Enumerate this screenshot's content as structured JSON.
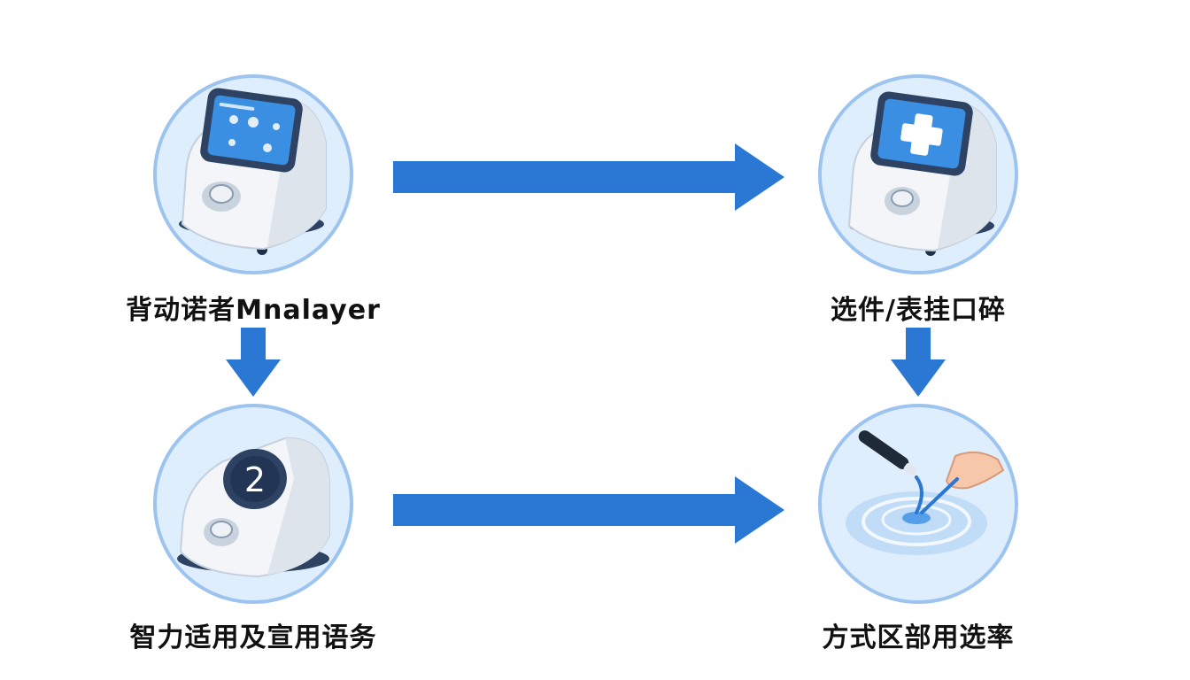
{
  "steps": [
    {
      "id": 1,
      "label": "背动诺者Mnalayer",
      "icon": "touchscreen-device-icon"
    },
    {
      "id": 2,
      "label": "选件/表挂口碎",
      "icon": "medical-device-icon"
    },
    {
      "id": 3,
      "label": "智力适用及宣用语务",
      "icon": "numbered-device-icon",
      "display_number": "2"
    },
    {
      "id": 4,
      "label": "方式区部用选率",
      "icon": "water-test-icon"
    }
  ],
  "connections": [
    {
      "from": 1,
      "to": 2,
      "direction": "right"
    },
    {
      "from": 3,
      "to": 4,
      "direction": "right"
    },
    {
      "from": 1,
      "to": 3,
      "direction": "down"
    },
    {
      "from": 2,
      "to": 4,
      "direction": "down"
    }
  ],
  "colors": {
    "arrow": "#2a77d4",
    "circle_fill": "#dfeefd",
    "circle_stroke": "#9cc4ef",
    "device_body": "#f3f5f8",
    "device_dark": "#2e4363",
    "screen": "#3a8fe3"
  }
}
